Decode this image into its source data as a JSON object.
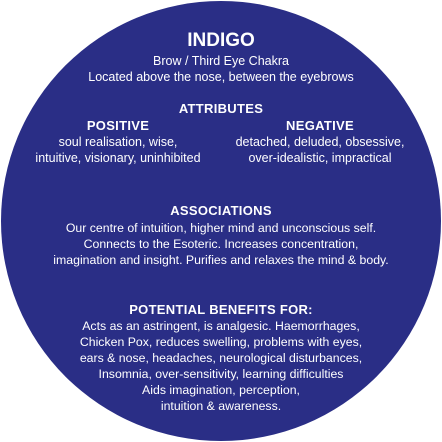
{
  "title": "INDIGO",
  "subtitle": "Brow / Third Eye Chakra",
  "location": "Located above the nose, between the eyebrows",
  "attributes": {
    "heading": "ATTRIBUTES",
    "positive": {
      "heading": "POSITIVE",
      "lines": [
        "soul realisation, wise,",
        "intuitive, visionary, uninhibited"
      ]
    },
    "negative": {
      "heading": "NEGATIVE",
      "lines": [
        "detached, deluded, obsessive,",
        "over-idealistic, impractical"
      ]
    }
  },
  "associations": {
    "heading": "ASSOCIATIONS",
    "lines": [
      "Our centre of intuition, higher mind and unconscious self.",
      "Connects to the Esoteric.  Increases concentration,",
      "imagination and insight. Purifies and relaxes the mind & body."
    ]
  },
  "benefits": {
    "heading": "POTENTIAL BENEFITS FOR:",
    "lines": [
      "Acts as an astringent, is analgesic.  Haemorrhages,",
      "Chicken Pox, reduces swelling, problems with eyes,",
      "ears & nose, headaches, neurological disturbances,",
      "Insomnia, over-sensitivity, learning difficulties",
      "Aids imagination, perception,",
      "intuition & awareness."
    ]
  },
  "colors": {
    "disc": "#2a2e86",
    "text": "#ffffff",
    "background": "#ffffff"
  }
}
